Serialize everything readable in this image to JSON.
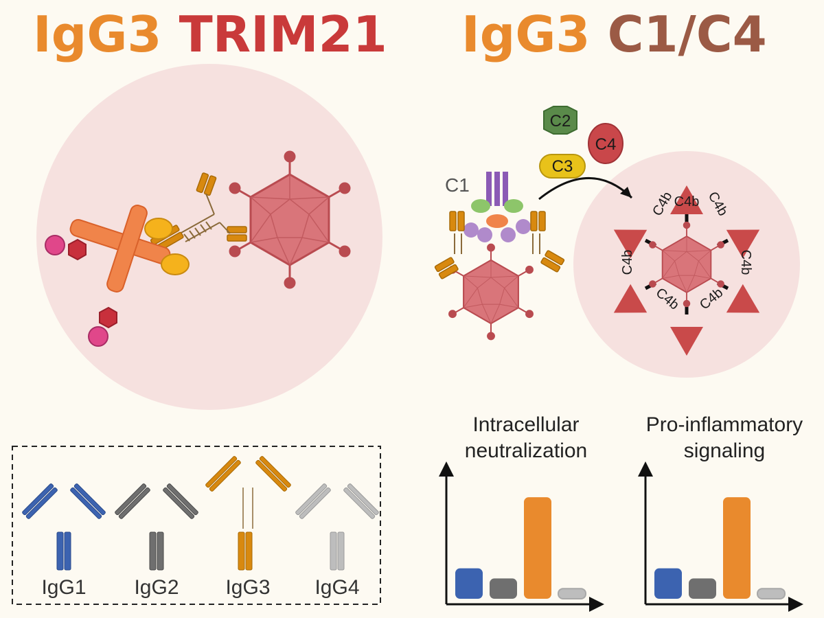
{
  "headings": {
    "left": {
      "part1": "IgG3",
      "part2": "TRIM21"
    },
    "right": {
      "part1": "IgG3",
      "part2": "C1/C4"
    }
  },
  "complement": {
    "c1": "C1",
    "c2": "C2",
    "c3": "C3",
    "c4": "C4",
    "c4b": "C4b"
  },
  "legend": {
    "subclasses": [
      "IgG1",
      "IgG2",
      "IgG3",
      "IgG4"
    ]
  },
  "colors": {
    "igg1": "#3c63b0",
    "igg2": "#6f6f6f",
    "igg3": "#d8890f",
    "igg4": "#bdbdbd",
    "trim21_accent": "#c93a3a",
    "c1c4_accent": "#9b5a45",
    "virus": "#d9757a",
    "circle_bg": "#f6e1df"
  },
  "chart_data": [
    {
      "type": "bar",
      "title": "Intracellular neutralization",
      "title_lines": [
        "Intracellular",
        "neutralization"
      ],
      "categories": [
        "IgG1",
        "IgG2",
        "IgG3",
        "IgG4"
      ],
      "values": [
        0.3,
        0.2,
        1.0,
        0.1
      ],
      "ylim": [
        0,
        1.15
      ]
    },
    {
      "type": "bar",
      "title": "Pro-inflammatory signaling",
      "title_lines": [
        "Pro-inflammatory",
        "signaling"
      ],
      "categories": [
        "IgG1",
        "IgG2",
        "IgG3",
        "IgG4"
      ],
      "values": [
        0.3,
        0.2,
        1.0,
        0.1
      ],
      "ylim": [
        0,
        1.15
      ]
    }
  ]
}
